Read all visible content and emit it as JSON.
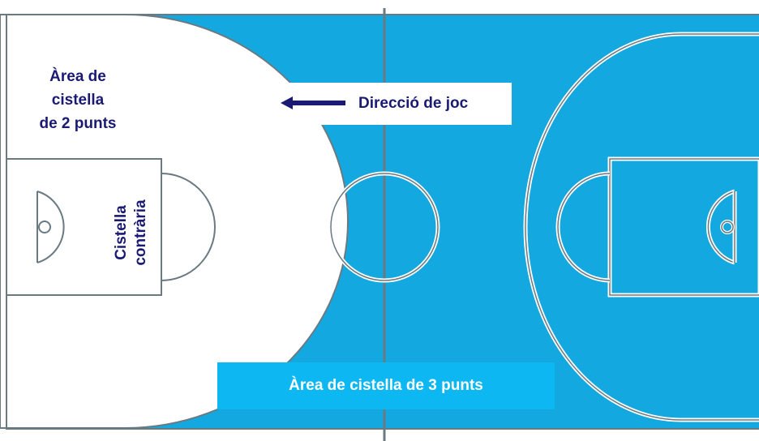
{
  "colors": {
    "court": "#14a8e0",
    "two_point_area": "#ffffff",
    "line": "#6a7a82",
    "label_dark": "#1a1a73",
    "three_point_box": "#0db7f2",
    "arrow": "#1a1a73"
  },
  "labels": {
    "two_point_area": [
      "Àrea de",
      "cistella",
      "de 2 punts"
    ],
    "opponent_basket": [
      "Cistella",
      "contrària"
    ],
    "direction": "Direcció de joc",
    "three_point_area": "Àrea de cistella de 3 punts"
  },
  "icons": {
    "direction_arrow": "arrow-left-icon"
  }
}
